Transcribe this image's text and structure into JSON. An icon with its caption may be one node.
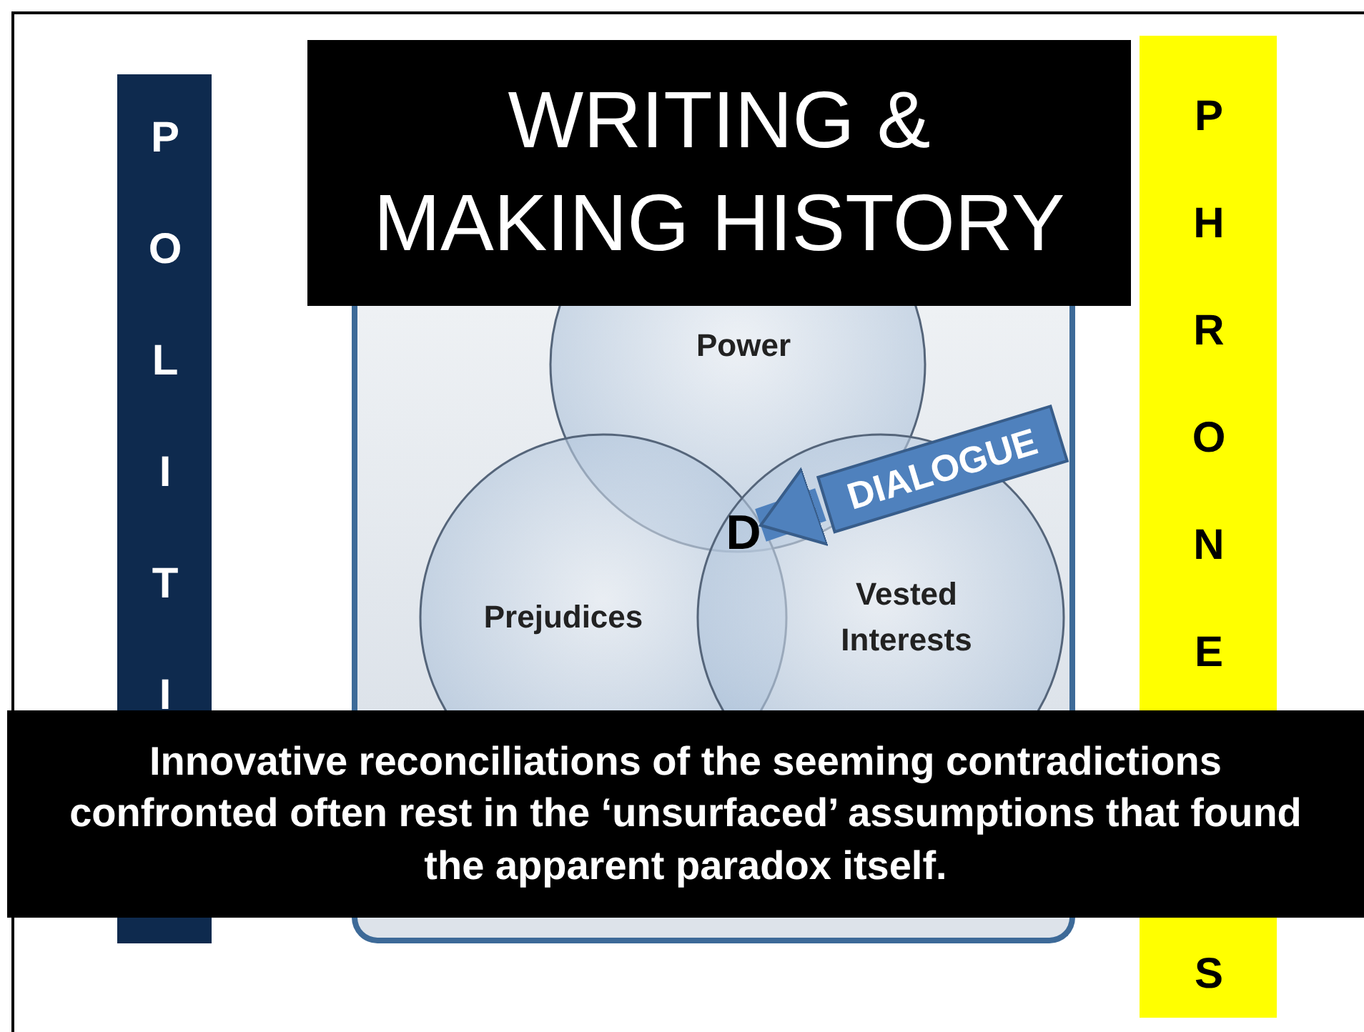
{
  "diagram": {
    "title": "WRITING & MAKING HISTORY",
    "nodes": [
      {
        "text": [
          "POLITI"
        ]
      },
      {
        "text": [
          "PHRONE"
        ]
      },
      {
        "text": [
          "S"
        ]
      },
      {
        "text": [],
        "shape": "box"
      },
      {
        "text": [
          "Power"
        ],
        "in": 3
      },
      {
        "text": [
          "Prejudices"
        ],
        "in": 3
      },
      {
        "text": [
          "Vested Interests"
        ],
        "in": 3
      },
      {
        "text": [
          "D"
        ],
        "in": 3
      },
      {
        "text": [
          "DIALOGUE"
        ],
        "in": 3
      },
      {
        "text": [
          "Innovative reconciliations of the seeming contradictions confronted often rest in the ‘unsurfaced’ assumptions that found the apparent paradox itself."
        ]
      }
    ],
    "edges": [
      {
        "from": 8,
        "to": 7,
        "arrow": "to"
      }
    ]
  }
}
